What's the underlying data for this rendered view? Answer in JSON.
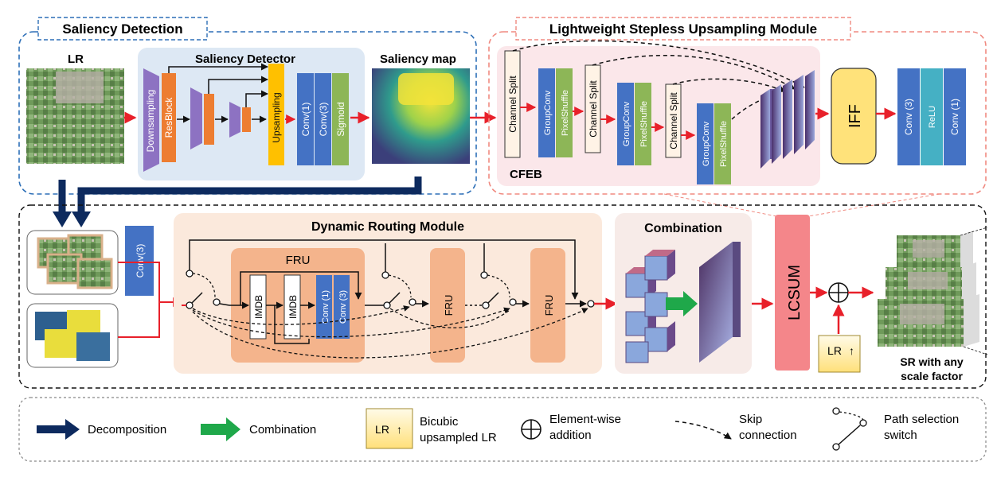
{
  "top_left": {
    "title": "Saliency Detection",
    "lr_label": "LR",
    "detector_title": "Saliency Detector",
    "downsampling": "Downsampling",
    "resblock": "ResBlock",
    "upsampling": "Upsampling",
    "conv1": "Conv(1)",
    "conv3": "Conv(3)",
    "sigmoid": "Sigmoid",
    "saliency_map_label": "Saliency map"
  },
  "top_right": {
    "title": "Lightweight Stepless Upsampling Module",
    "channel_split": "Channel Split",
    "groupconv": "GroupConv",
    "pixelshuffle": "PixelShuffle",
    "cfeb": "CFEB",
    "iff": "IFF",
    "conv3": "Conv (3)",
    "relu": "ReLU",
    "conv1": "Conv (1)"
  },
  "bottom": {
    "conv3": "Conv(3)",
    "drm_title": "Dynamic Routing Module",
    "fru_title": "FRU",
    "imdb": "IMDB",
    "conv1": "Conv (1)",
    "conv3b": "Conv (3)",
    "fru": "FRU",
    "combination_title": "Combination",
    "lcsum": "LCSUM",
    "lr_up": "LR",
    "sr_line1": "SR with any",
    "sr_line2": "scale factor"
  },
  "legend": {
    "decomposition": "Decomposition",
    "combination": "Combination",
    "lr_box": "LR",
    "bicubic_1": "Bicubic",
    "bicubic_2": "upsampled LR",
    "elementwise_1": "Element-wise",
    "elementwise_2": "addition",
    "skip_1": "Skip",
    "skip_2": "connection",
    "path_1": "Path selection",
    "path_2": "switch"
  },
  "colors": {
    "red_arrow": "#e8202a",
    "detector_bg": "#dde8f4",
    "drm_bg": "#fbe9dc",
    "fru_orange": "#f4b48c",
    "conv_blue": "#4472c4",
    "pixelshuffle_green": "#8db657",
    "relu_teal": "#45b0c4",
    "lcsum_red": "#f4868a",
    "iff_yellow": "#ffe27a",
    "dark_navy": "#0d2a5e"
  }
}
